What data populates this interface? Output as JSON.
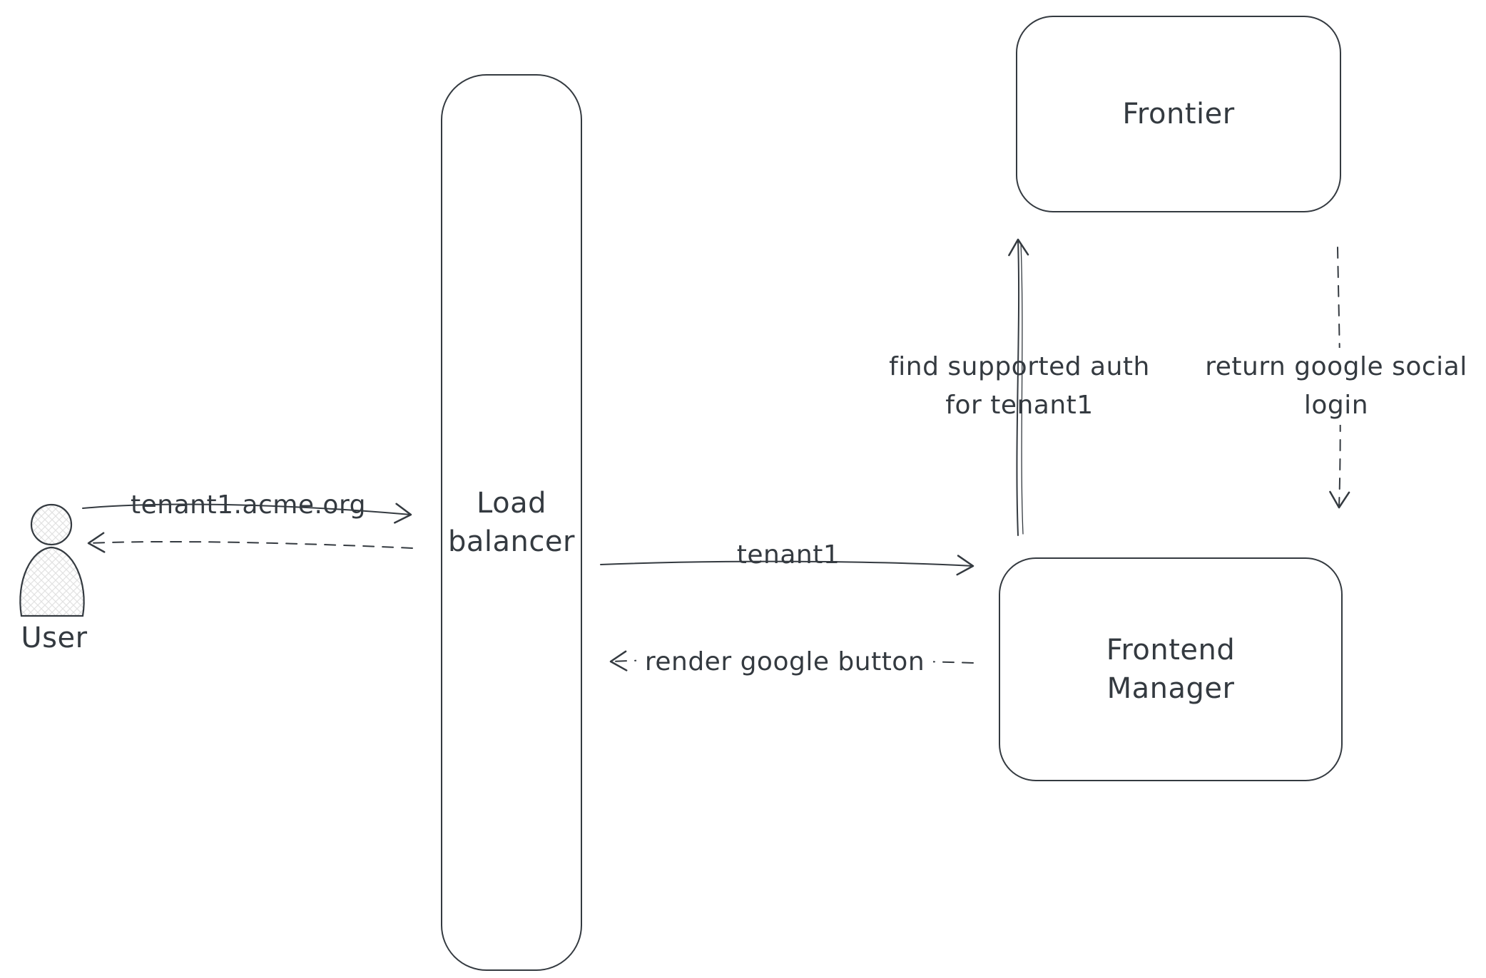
{
  "diagram": {
    "type": "flow-diagram",
    "style": "hand-drawn",
    "colors": {
      "stroke": "#343a40",
      "text": "#343a40",
      "background": "#ffffff",
      "fill-hatch": "#e2e2e2"
    },
    "nodes": {
      "user": {
        "label": "User",
        "shape": "person"
      },
      "load_balancer": {
        "label": "Load\nbalancer",
        "shape": "rounded-rect"
      },
      "frontier": {
        "label": "Frontier",
        "shape": "rounded-rect"
      },
      "frontend_manager": {
        "label": "Frontend\nManager",
        "shape": "rounded-rect"
      }
    },
    "edges": {
      "user_to_lb": {
        "from": "user",
        "to": "load_balancer",
        "label": "tenant1.acme.org",
        "line": "solid"
      },
      "lb_to_user": {
        "from": "load_balancer",
        "to": "user",
        "label": "",
        "line": "dashed"
      },
      "lb_to_fm": {
        "from": "load_balancer",
        "to": "frontend_manager",
        "label": "tenant1",
        "line": "solid"
      },
      "fm_to_lb": {
        "from": "frontend_manager",
        "to": "load_balancer",
        "label": "render google button",
        "line": "dashed"
      },
      "fm_to_frontier": {
        "from": "frontend_manager",
        "to": "frontier",
        "label": "find supported auth\nfor tenant1",
        "line": "solid"
      },
      "frontier_to_fm": {
        "from": "frontier",
        "to": "frontend_manager",
        "label": "return google social\nlogin",
        "line": "dashed"
      }
    }
  }
}
